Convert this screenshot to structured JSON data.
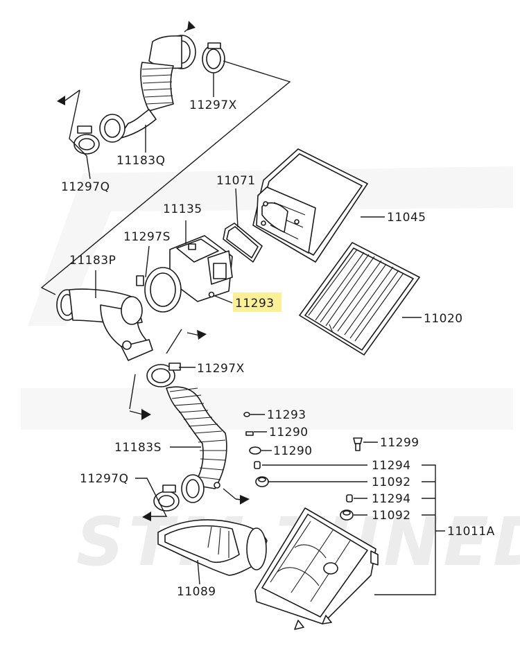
{
  "watermark": "STM TUNED",
  "callouts": {
    "c_11297X_top": "11297X",
    "c_11183Q": "11183Q",
    "c_11297Q_top": "11297Q",
    "c_11071": "11071",
    "c_11135": "11135",
    "c_11045": "11045",
    "c_11297S": "11297S",
    "c_11183P": "11183P",
    "c_11293_hl": "11293",
    "c_11020": "11020",
    "c_11297X_mid": "11297X",
    "c_11293": "11293",
    "c_11290_a": "11290",
    "c_11290_b": "11290",
    "c_11299": "11299",
    "c_11183S": "11183S",
    "c_11294_a": "11294",
    "c_11092_a": "11092",
    "c_11297Q_bot": "11297Q",
    "c_11294_b": "11294",
    "c_11092_b": "11092",
    "c_11011A": "11011A",
    "c_11089": "11089"
  },
  "highlight_color": "#fbf098"
}
